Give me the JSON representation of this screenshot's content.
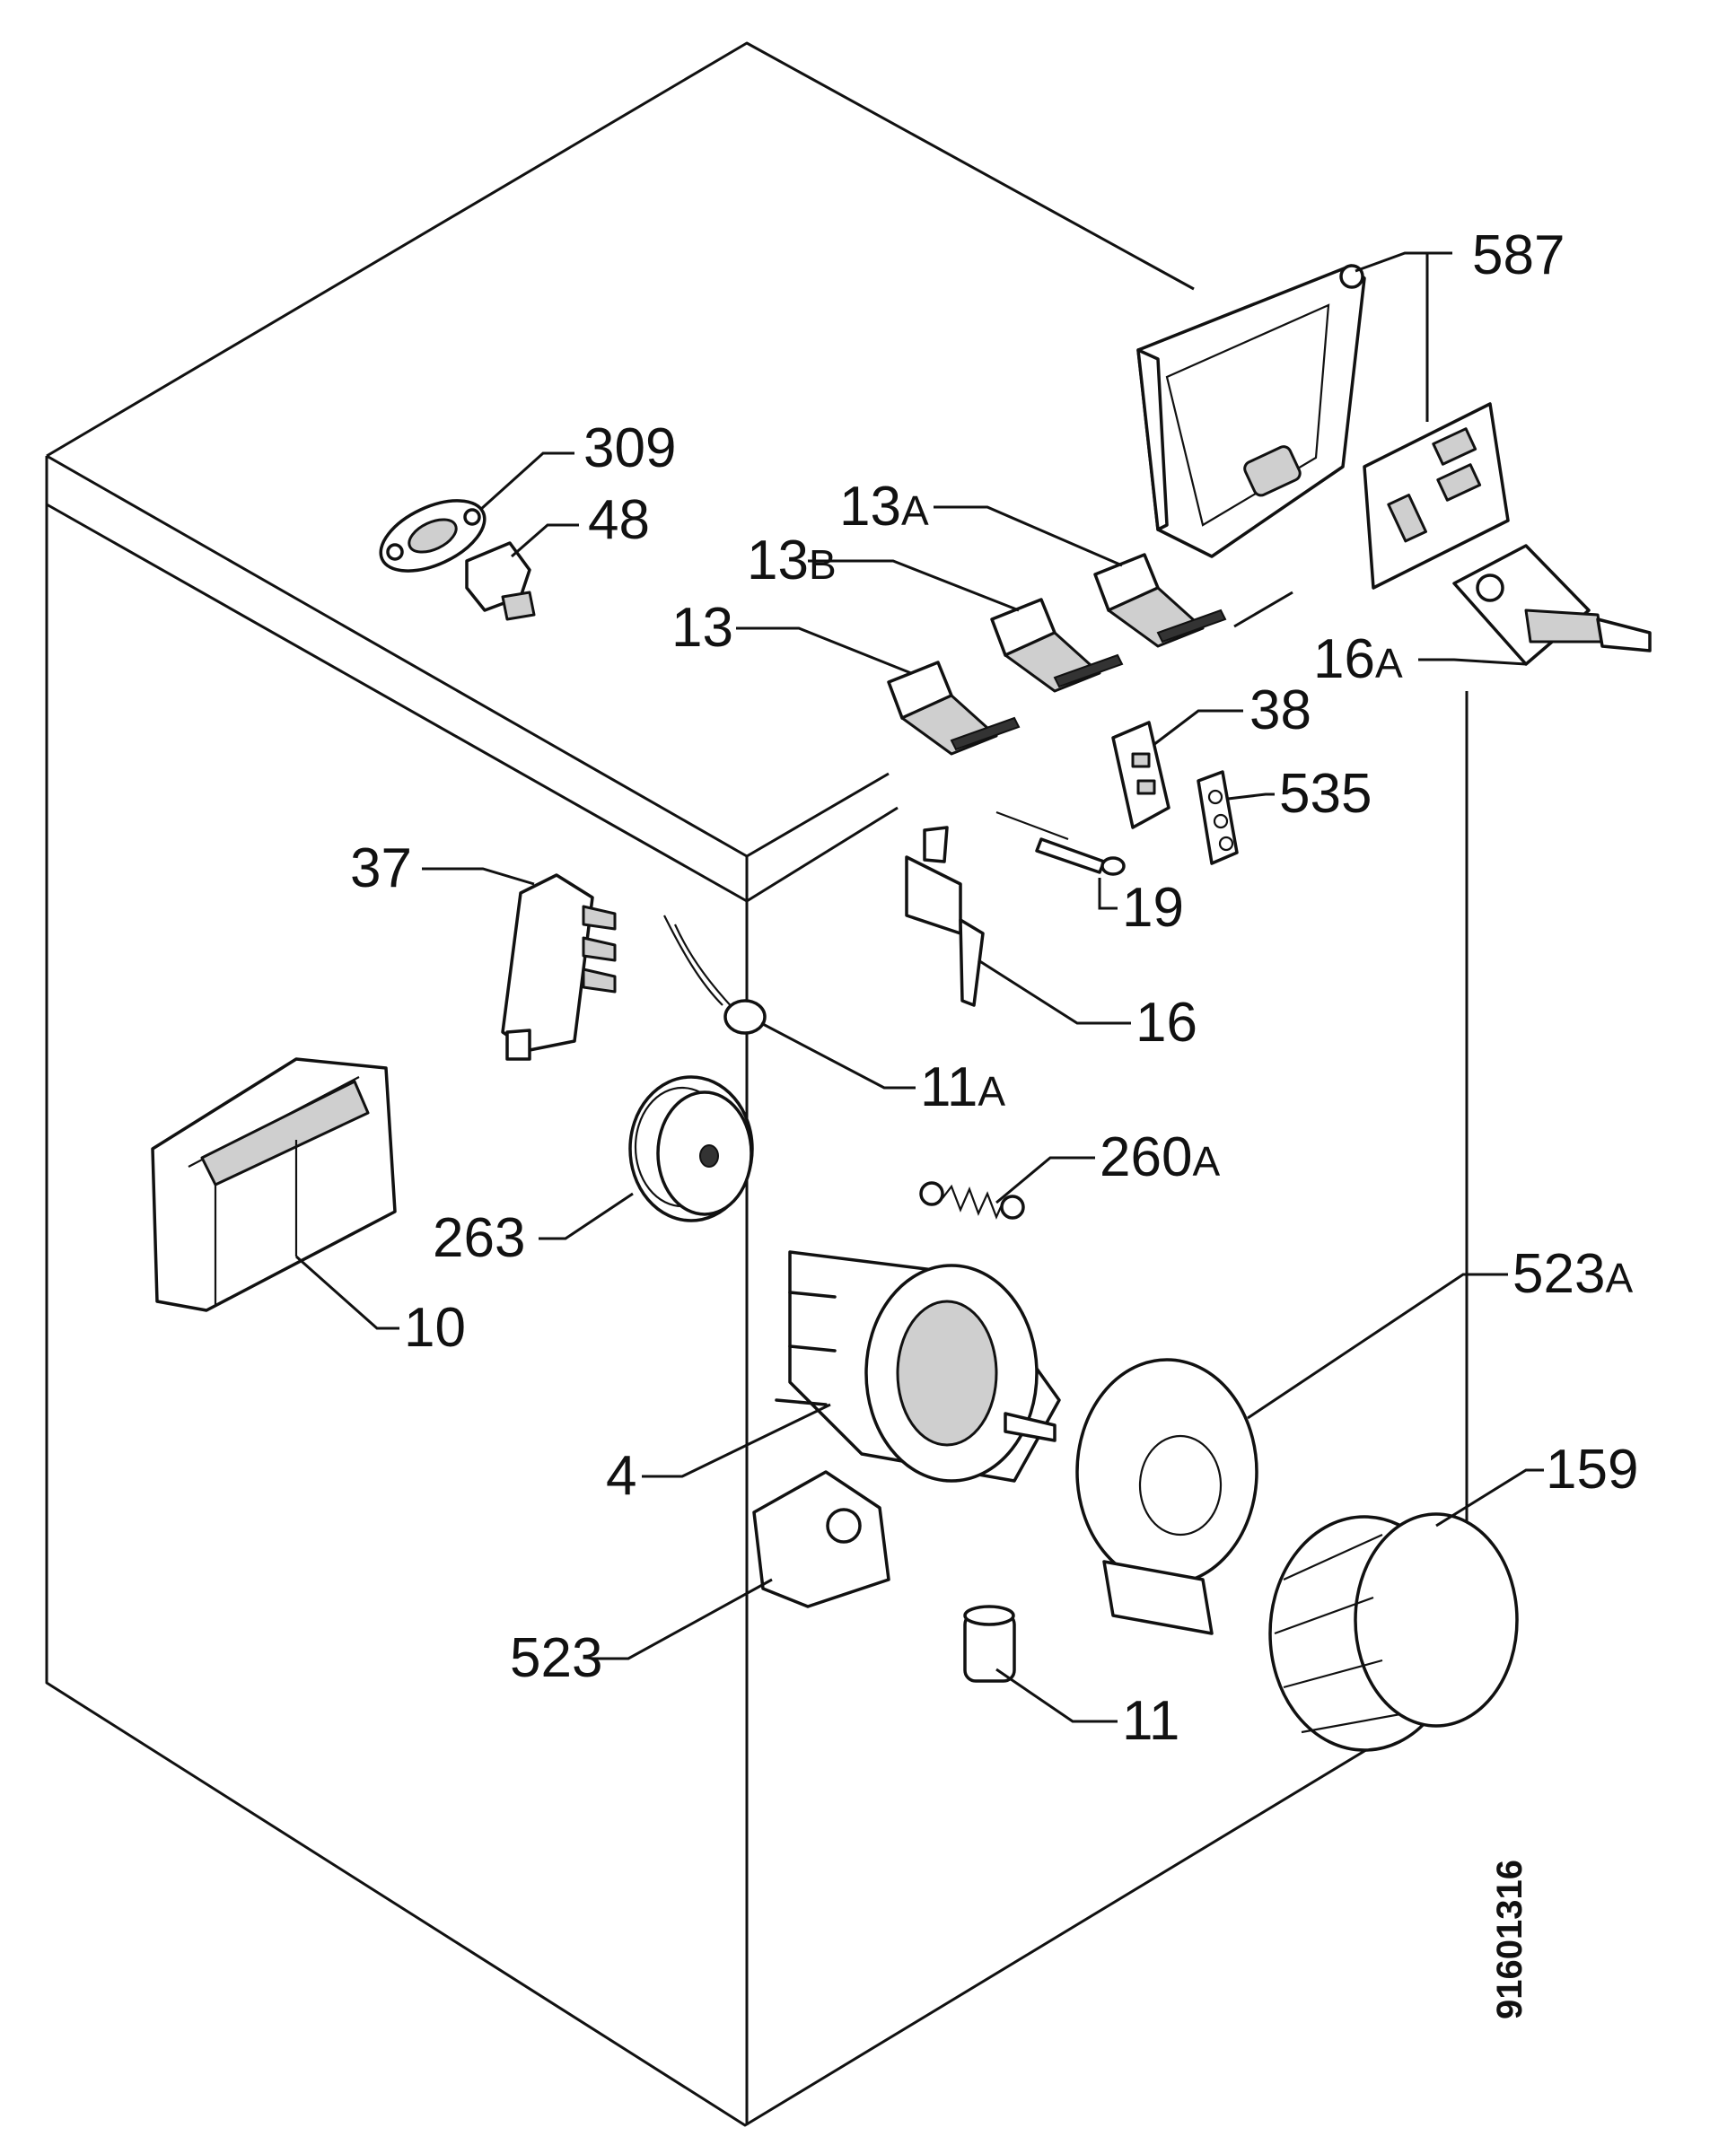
{
  "diagram": {
    "document_number": "91601316",
    "callouts": [
      {
        "id": "587",
        "num": "587",
        "suffix": ""
      },
      {
        "id": "309",
        "num": "309",
        "suffix": ""
      },
      {
        "id": "48",
        "num": "48",
        "suffix": ""
      },
      {
        "id": "13A",
        "num": "13",
        "suffix": "A"
      },
      {
        "id": "13B",
        "num": "13",
        "suffix": "B"
      },
      {
        "id": "13",
        "num": "13",
        "suffix": ""
      },
      {
        "id": "16A",
        "num": "16",
        "suffix": "A"
      },
      {
        "id": "38",
        "num": "38",
        "suffix": ""
      },
      {
        "id": "535",
        "num": "535",
        "suffix": ""
      },
      {
        "id": "37",
        "num": "37",
        "suffix": ""
      },
      {
        "id": "19",
        "num": "19",
        "suffix": ""
      },
      {
        "id": "16",
        "num": "16",
        "suffix": ""
      },
      {
        "id": "11A",
        "num": "11",
        "suffix": "A"
      },
      {
        "id": "260A",
        "num": "260",
        "suffix": "A"
      },
      {
        "id": "263",
        "num": "263",
        "suffix": ""
      },
      {
        "id": "10",
        "num": "10",
        "suffix": ""
      },
      {
        "id": "523A",
        "num": "523",
        "suffix": "A"
      },
      {
        "id": "4",
        "num": "4",
        "suffix": ""
      },
      {
        "id": "159",
        "num": "159",
        "suffix": ""
      },
      {
        "id": "523",
        "num": "523",
        "suffix": ""
      },
      {
        "id": "11",
        "num": "11",
        "suffix": ""
      }
    ]
  }
}
